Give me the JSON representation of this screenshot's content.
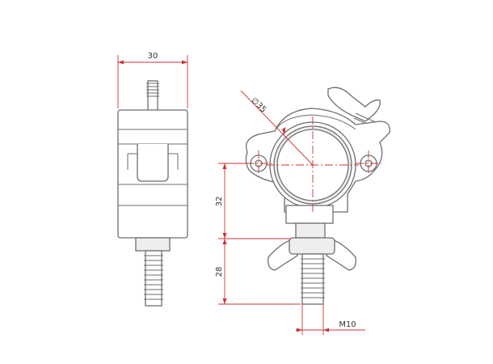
{
  "colors": {
    "outline": "#6e6e6e",
    "dimension": "#cc3333",
    "background": "#ffffff"
  },
  "dimensions": {
    "width": "30",
    "diameter": "∅35",
    "height_upper": "32",
    "height_lower": "28",
    "thread": "M10"
  }
}
